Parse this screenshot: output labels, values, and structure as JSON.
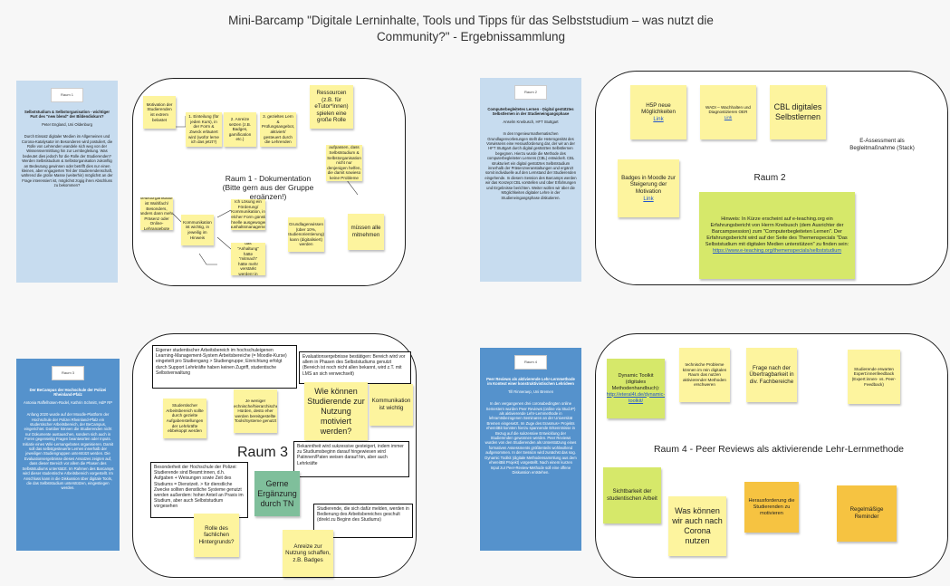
{
  "page": {
    "title_line1": "Mini-Barcamp \"Digitale Lerninhalte, Tools und Tipps für das Selbststudium – was nutzt die",
    "title_line2": "Community?\" - Ergebnissammlung"
  },
  "raum1": {
    "info": {
      "logo": "Raum 1",
      "heading": "Selbststudium & Selbstorganisation - wichtiger Part des \"new blend\" der Bildendiskurs?",
      "author": "Peter England, Uni Oldenburg",
      "body": "Durch Einsatz digitaler Medien im Allgemeinen und Corona-Katalysator im Besonderen wird postuliert, die Rolle von Lehrenden wandele sich weg von der Wissensvermittlung hin zur Lernbegleitung. Was bedeutet dies jedoch für die Rolle der Studierenden? Werden Selbststudium & Selbstorganisation zukünftig an Bedeutung gewinnen oder betrifft dies nur einen kleinen, aber engagierten Teil der Studierendenschaft, während die große Masse (weiterhin) möglichst an der Frage interessiert ist, möglichst zügig ihren Abschluss zu bekommen?"
    },
    "label": "Raum 1 - Dokumentation",
    "label2": "(Bitte gern aus der Gruppe ergänzen!)",
    "notes": [
      "Motivation der Studierenden ist extrem belastet",
      "1. Einteilung (für jeden Kurs), in der Form & Zweck erläutert wird (wofür lerne ich das jetzt?)",
      "2. Anreize setzen (z.B. Badges, gamification etc.)",
      "3. gezieltes Lern & Prüfungsangebot, aktiviert/ gesteuert durch die Lehrenden",
      "Ressourcen (z.B. für eTutor*innen) spielen eine große Rolle",
      "mit reflexen aufpassen, dass Selbststudium & Selbstorganisation nicht nur denjenigen helfen, die damit sowieso keine Probleme haben",
      "Selbstorganisation ist Wahlfach/ Besonders, anders dann mehr Präsenz oder Online-Lehrangebote",
      "Kommunikation ist wichtig, in jeweilig im Hinweis",
      "Ich Lösung ein Förderung/ Kommunikation, in welcher Form günstig (schnelle ausgewogene) (Haushaltsmanagement)",
      "Grundlagenwissen (über 10%, Studienorientierung): kann (digitalisiert) werden",
      "müssen alle mitnehmen",
      "Im digi. Cockpit auch schon Wie-Wissen das \"Anhaltung\" hätte \"mitmach\" hätte mehr verstärkt werden! in schafft ein neues Wichtiger"
    ]
  },
  "raum2": {
    "info": {
      "logo": "Raum 2",
      "heading": "Computerbegleitetes Lernen - Digital gestütztes Selbstlernen in der Studieneingangsphase",
      "author": "Anselm Knebusch, HFT Stuttgart",
      "body": "In den Ingenieurmathematischen Grundlagenvorlesungen stellt die Heterogenität des Vorwissens eine Herausforderung dar, der wir an der HFT Stuttgart durch digital gestütztes Selbstlernen begegnen. Hierzu wurde die Methode des computerbegleiteten Lernens (CBL) entwickelt. CBL strukturiert ein digital gestütztes Selbststudium innerhalb der Präsenzveranstaltungen und ergänzt somit individuelle auf den Lernstand der Studierenden eingehende. In diesem Session des Barcamps werden wir das Konzept CBL vorstellen und über Erfahrungen und Ergebnisse berichten. Weiter wollen wir über die Möglichkeiten digitaler Lehre in der Studieneingangsphase diskutieren."
    },
    "label": "Raum 2",
    "h5p_text": "H5P neue Möglichkeiten",
    "h5p_link": "Link",
    "wadi_text": "WADI – Wachhalten und Diagnostizieren OER",
    "wadi_link": "Link",
    "cbl": "CBL digitales Selbstlernen",
    "eassess": "E-Assessment als Begleitmaßnahme (Stack)",
    "badges_text": "Badges in Moodle zur Steigerung der Motivation",
    "badges_link": "Link",
    "hint_text": "Hinweis: In Kürze erscheint auf e-teaching.org ein Erfahrungsbericht von Herrn Knebusch (dem Ausrichter der Barcampsession) zum \"Computerbegleiteten Lernen\". Der Erfahrungsbericht wird auf der Seite des Themenspecials \"Das Selbststudium mit digitalen Medien unterstützen\" zu finden sein:",
    "hint_link": "https://www.e-teaching.org/themenspecials/selbststudium"
  },
  "raum3": {
    "info": {
      "logo": "Raum 3",
      "heading": "Der BeCampus der Hochschule der Polizei Rheinland-Pfalz",
      "author": "Antonia Raffelhüsen-Rodel, Kathrin Schmitt, HdP RP",
      "body": "Anfang 2020 wurde auf der Moodle-Plattform der Hochschule der Polizei Rheinland-Pfalz ein studentischer Arbeitsbereich, der BeCampus, eingerichtet. Darüber können die Studierenden nicht nur Dokumente austauschen, sondern sich auch in Foren gegenseitig Fragen beantworten oder Inputs. Initiativ eines Wiki-Lernangebotes organisieren. Damit soll das selbstgesteuerte Lernen innerhalb der jeweiligen Studiengruppen unterstützt werden. Die Evaluationsergebnisse dieses Ansatzes zeigten auf, dass dieser Bereich vor allem die Phasen des Selbststudiums unterstützt. Im Rahmen des Barcamps wird dieser studentische Arbeitsbereich vorgestellt. Im Anschluss kann in die Diskussion über digitale Tools, die das Selbststudium unterstützen, eingestiegen werden."
    },
    "label": "Raum 3",
    "box1": "Eigener studentischer Arbeitsbereich im hochschuleigenen Learning-Management-System Arbeitsbereiche (= Moodle-Kurse) eingeteilt pro Studiengang > Studiengruppe; Einrichtung erfolgt durch Support Lehrkräfte haben keinen Zugriff, studentische Selbstverwaltung",
    "box2": "Evaluationsergebnisse bestätigen: Bereich wird vor allem in Phasen des Selbststudiums genutzt (Bereich ist noch nicht allen bekannt, wird z.T. mit LMS an sich verwechselt)",
    "box3": "Besonderheit der Hochschule der Polizei: Studierende sind Beamt:innen, d.h. Aufgaben + Weisungen sowie Zeit des Studiums = Dienstzeit. > für dienstliche Zwecke sollten dienstliche Systeme genutzt werden außerdem: hoher Anteil an Praxis im Studium, aber auch Selbststudium vorgesehen",
    "box4": "Bekanntheit wird sukzessive gesteigert, indem immer zu Studiumsbeginn darauf hingewiesen wird Patinnen/Paten weisen darauf hin, aber auch Lehrkräfte",
    "box5": "Studierende, die sich dafür melden, werden in Bedienung des Arbeitsbereiches geschult (direkt zu Beginn des Studiums)",
    "n1": "Studentischer Arbeitsbereich sollte durch gezielte Aufgabenstellungen der Lehrkräfte ebbekoppt werden",
    "n2": "Je weniger technische/hierarchische Hürden, desto eher werden bereitgestellte Tools/Systeme genutzt",
    "n3": "Wie können Studierende zur Nutzung motiviert werden?",
    "n4": "Kommunikation ist wichtig",
    "n5": "Gerne Ergänzung durch TN",
    "n6": "Rolle des fachlichen Hintergrunds?",
    "n7": "Anreize zur Nutzung schaffen, z.B. Badges"
  },
  "raum4": {
    "info": {
      "logo": "Raum 4",
      "heading": "Peer Reviews als aktivierende Lehr-Lernmethode im Kontext einer konstruktivistischen Lehrideen",
      "author": "Till Rinneraep, Uni Bremen",
      "body": "In den vergangenen drei coronabedingten online Semestern wurden Peer Reviews (online via Stud.IP) als aktivierende Lehr-Lernmethode in lehramtsbezogenen Seminaren an der Universität Bremen eingesetzt. Im Zuge des Erasmus+ Projekts ehereitBit konnten hierzu spannende Erkenntnisse in Bezug auf die sukzessive Entwicklung der Studierenden gewonnen werden. Peer Reviews wurden von den Studierenden als Unterstützung eines formativen Assessments größtenteils wohlwollend aufgenommen. In der Session wird zunächst das sog. Dynamic Toolkit (digitale Methodensammlung aus dem ehereitBit Projekt) vorgestellt. Nach einem kurzen Input zur Peer-Review-Methode soll eine offene Diskussion entstehen."
    },
    "label": "Raum 4 - Peer Reviews als aktivierende Lehr-Lernmethode",
    "toolkit_text": "Dynamic Toolkit (digitales Methodenhandbuch):",
    "toolkit_link": "http://eteral4t.de/dynamic-toolkit/",
    "n1": "technische Probleme können im rein digitalen Raum das nutzen aktivierender Methoden erschweren",
    "n2": "Frage nach der Übertragbarkeit in div. Fachbereiche",
    "n3": "Studierende erwarten Expert:innenfeedback (Expert:innen- vs. Peer-Feedback)",
    "n4": "Sichtbarkeit der studentischen Arbeit",
    "n5": "Was können wir auch nach Corona nutzen",
    "n6": "Herausforderung die Studierenden zu motivieren",
    "n7": "Regelmäßige Reminder"
  }
}
